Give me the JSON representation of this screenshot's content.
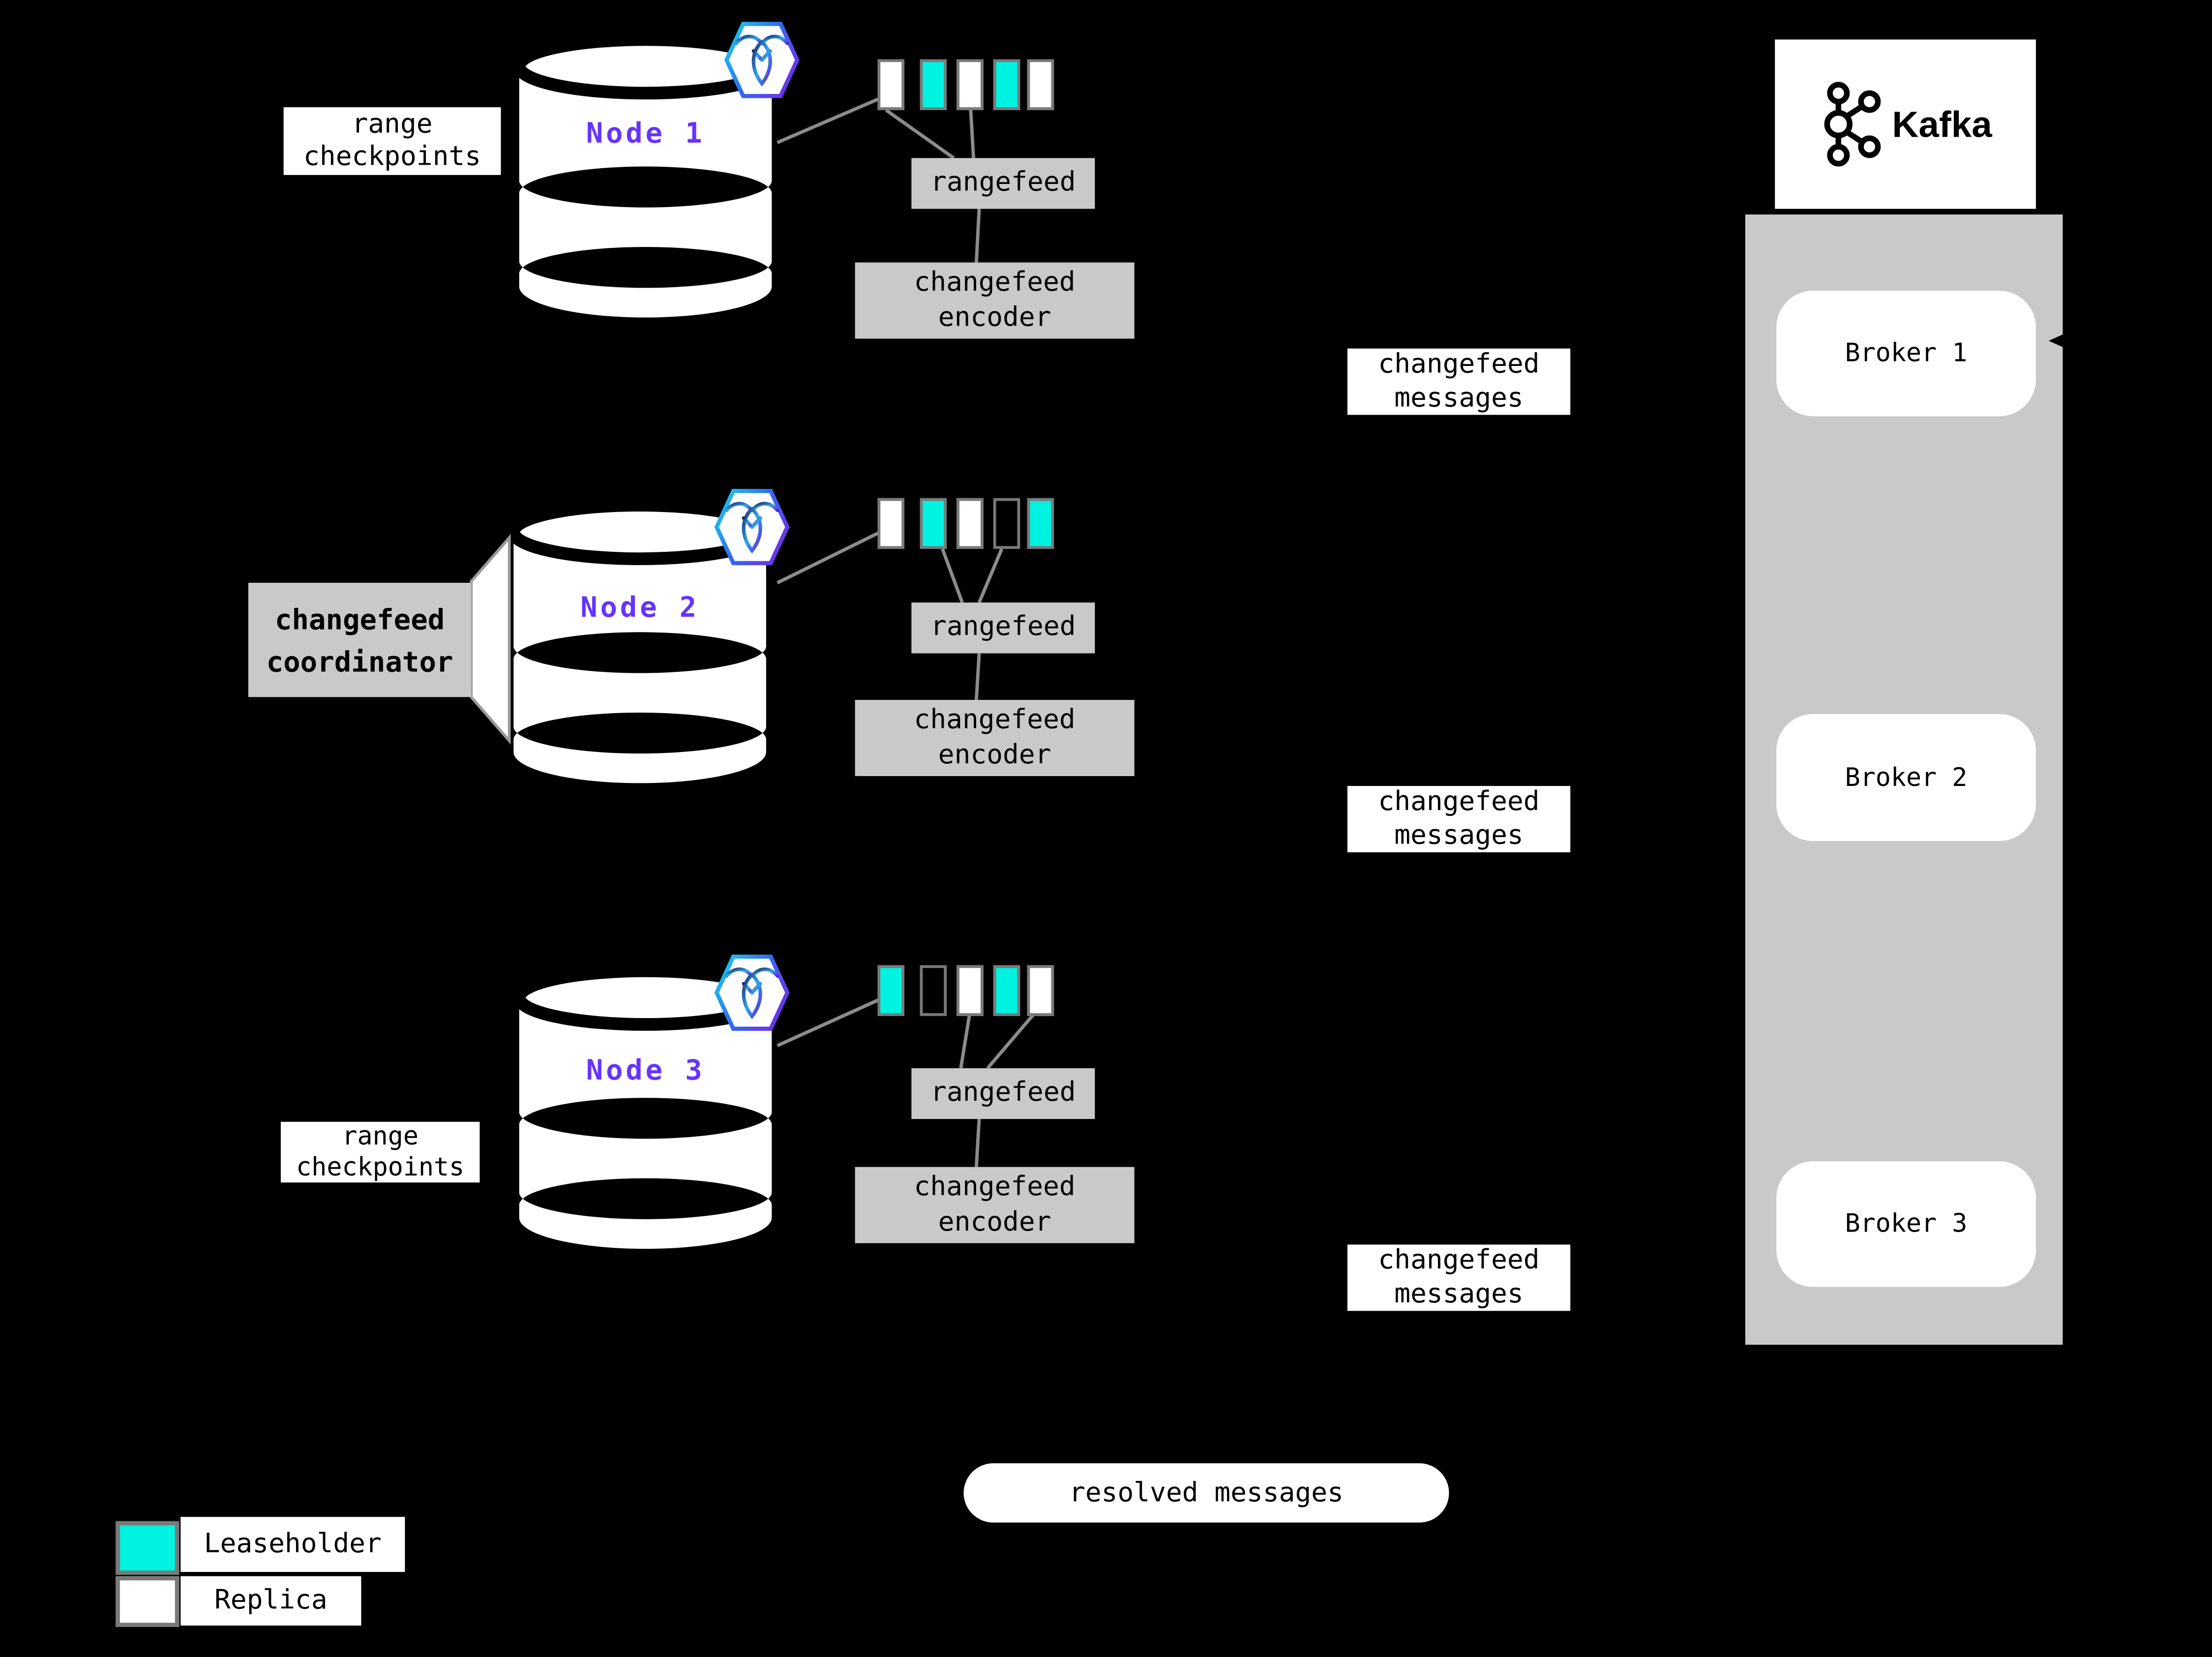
{
  "palette": {
    "background": "#000000",
    "leaseholder_teal": "#00F2E1",
    "replica_white": "#FFFFFF",
    "node_label_purple": "#6633FF",
    "box_gray": "#C9C9C9",
    "border_gray": "#7A7A7A",
    "line_gray": "#8C8C8C"
  },
  "nodes": [
    {
      "label": "Node 1",
      "range_checkpoints_label": {
        "line1": "range",
        "line2": "checkpoints"
      },
      "ranges": [
        {
          "role": "Replica",
          "color": "#FFFFFF"
        },
        {
          "role": "Leaseholder",
          "color": "#00F2E1"
        },
        {
          "role": "Replica",
          "color": "#FFFFFF"
        },
        {
          "role": "Leaseholder",
          "color": "#00F2E1"
        },
        {
          "role": "Replica",
          "color": "#FFFFFF"
        }
      ],
      "rangefeed_label": "rangefeed",
      "encoder": {
        "line1": "changefeed",
        "line2": "encoder"
      }
    },
    {
      "label": "Node 2",
      "ranges": [
        {
          "role": "Replica",
          "color": "#FFFFFF"
        },
        {
          "role": "Leaseholder",
          "color": "#00F2E1"
        },
        {
          "role": "Replica",
          "color": "#FFFFFF"
        },
        {
          "role": "Replica (empty)",
          "color": "transparent"
        },
        {
          "role": "Leaseholder",
          "color": "#00F2E1"
        }
      ],
      "rangefeed_label": "rangefeed",
      "encoder": {
        "line1": "changefeed",
        "line2": "encoder"
      }
    },
    {
      "label": "Node 3",
      "range_checkpoints_label": {
        "line1": "range",
        "line2": "checkpoints"
      },
      "ranges": [
        {
          "role": "Leaseholder",
          "color": "#00F2E1"
        },
        {
          "role": "Replica (empty)",
          "color": "transparent"
        },
        {
          "role": "Replica",
          "color": "#FFFFFF"
        },
        {
          "role": "Leaseholder",
          "color": "#00F2E1"
        },
        {
          "role": "Replica",
          "color": "#FFFFFF"
        }
      ],
      "rangefeed_label": "rangefeed",
      "encoder": {
        "line1": "changefeed",
        "line2": "encoder"
      }
    }
  ],
  "coordinator": {
    "line1": "changefeed",
    "line2": "coordinator"
  },
  "messages": {
    "line1": "changefeed",
    "line2": "messages"
  },
  "kafka": {
    "name": "Kafka",
    "brokers": [
      {
        "label": "Broker 1"
      },
      {
        "label": "Broker 2"
      },
      {
        "label": "Broker 3"
      }
    ]
  },
  "legend": {
    "items": [
      {
        "label": "Leaseholder",
        "color": "#00F2E1"
      },
      {
        "label": "Replica",
        "color": "#FFFFFF"
      }
    ]
  },
  "resolved_messages_label": "resolved messages"
}
